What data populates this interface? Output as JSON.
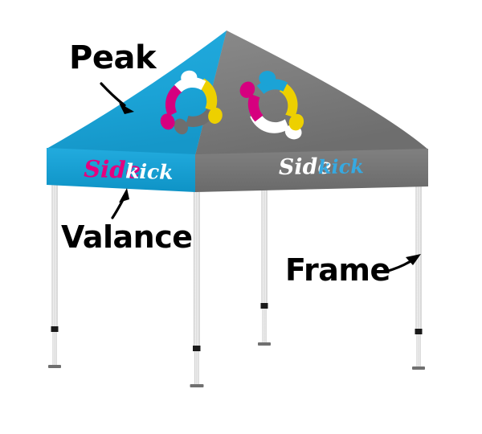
{
  "illustration": {
    "subject": "pop-up-canopy-tent",
    "background_color": "#ffffff"
  },
  "callouts": [
    {
      "id": "peak",
      "label": "Peak",
      "arrow": "curved-arrow-down-right",
      "points_to": "canopy-peak"
    },
    {
      "id": "valance",
      "label": "Valance",
      "arrow": "curved-arrow-up-right",
      "points_to": "canopy-valance-left"
    },
    {
      "id": "frame",
      "label": "Frame",
      "arrow": "curved-arrow-up-right",
      "points_to": "frame-leg-right"
    }
  ],
  "canopy": {
    "left_panel": {
      "color": "#1BA3D6",
      "name": "canopy-panel-left"
    },
    "right_panel": {
      "color": "#787878",
      "name": "canopy-panel-right"
    },
    "logos": [
      {
        "id": "logo-left",
        "name": "sidekick-circle-logo",
        "figure_colors": [
          "#ffffff",
          "#EDD000",
          "#D6007F",
          "#6E6E6E"
        ],
        "panel": "left"
      },
      {
        "id": "logo-right",
        "name": "sidekick-circle-logo",
        "figure_colors": [
          "#1BA3D6",
          "#EDD000",
          "#D6007F",
          "#ffffff"
        ],
        "panel": "right"
      }
    ]
  },
  "valance": {
    "left": {
      "text_primary": "Side",
      "text_secondary": "kick",
      "primary_color": "#E4007F",
      "secondary_color": "#ffffff",
      "background_color": "#1BA3D6"
    },
    "right": {
      "text_primary": "Side",
      "text_secondary": "kick",
      "primary_color": "#ffffff",
      "secondary_color": "#36A9E1",
      "background_color": "#787878"
    }
  },
  "frame": {
    "pole_color": "#E8E8E8",
    "pole_edge_color": "#AFAFAF",
    "joint_color": "#1A1A1A",
    "foot_color": "#707070",
    "legs": [
      {
        "id": "leg-left",
        "name": "frame-leg-left"
      },
      {
        "id": "leg-front-center",
        "name": "frame-leg-front-center"
      },
      {
        "id": "leg-back-center",
        "name": "frame-leg-back-center"
      },
      {
        "id": "leg-right",
        "name": "frame-leg-right"
      }
    ]
  }
}
